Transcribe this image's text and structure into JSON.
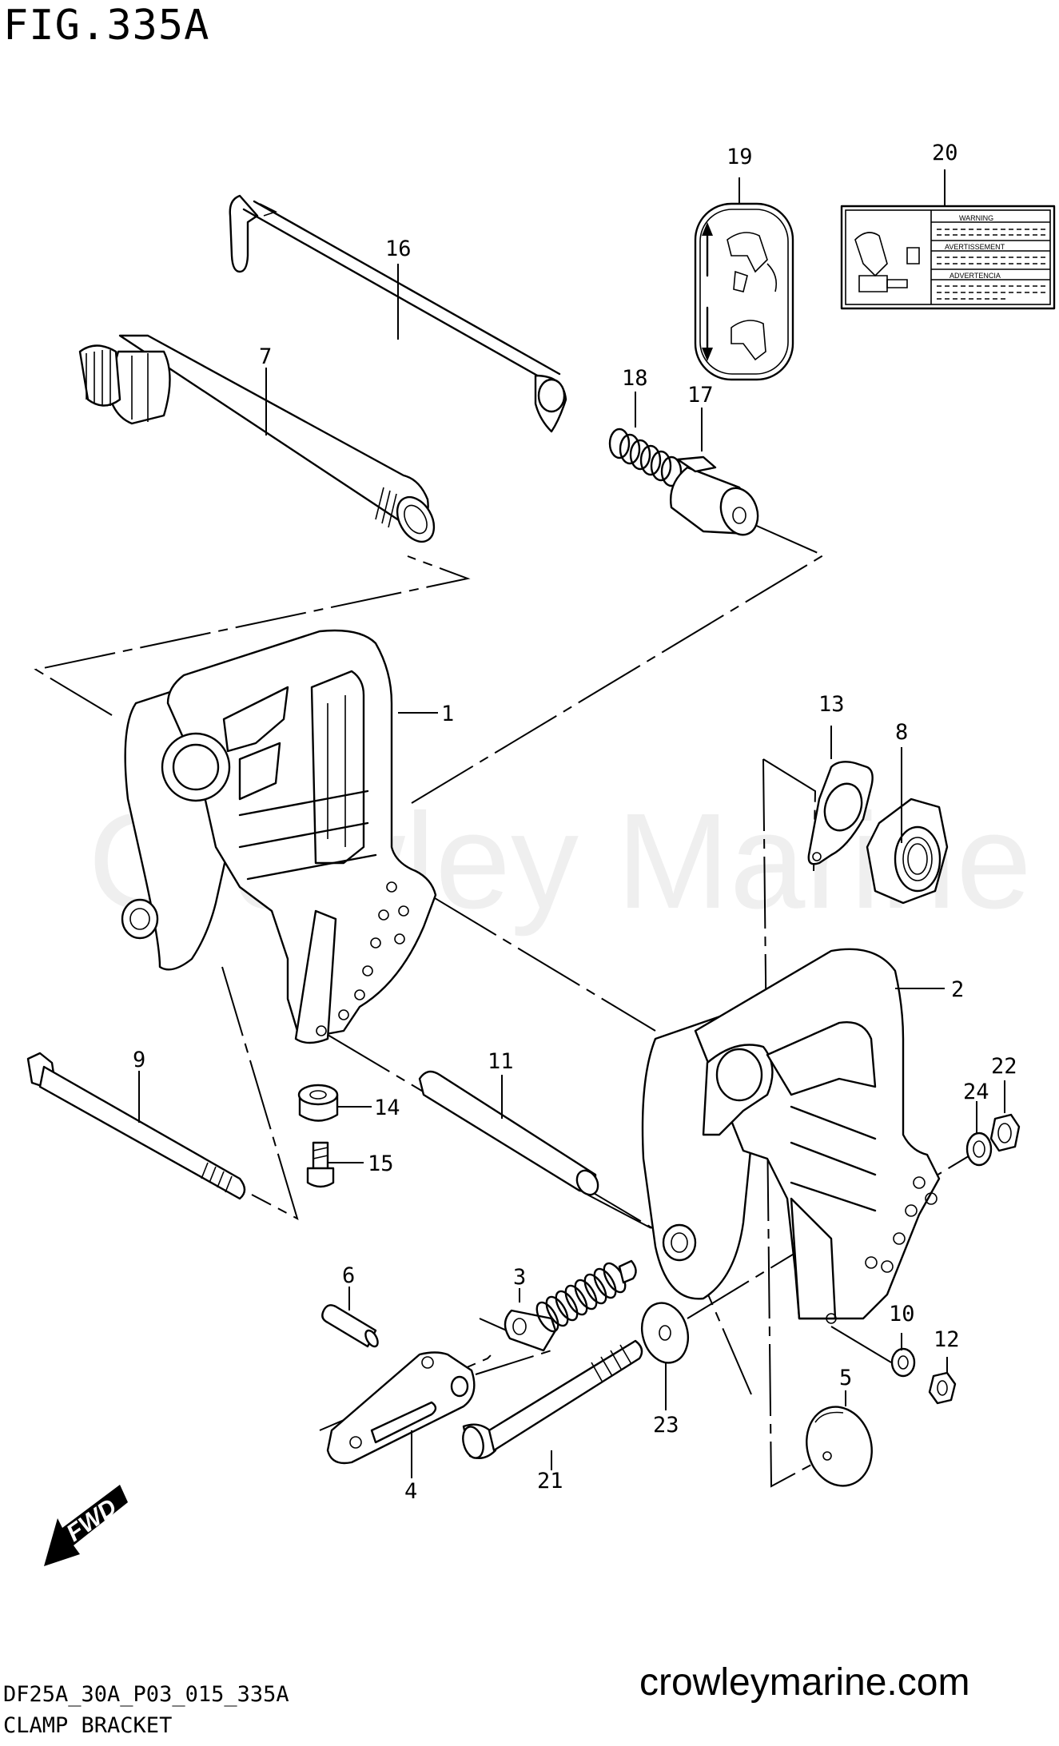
{
  "header": {
    "figure": "FIG.335A"
  },
  "footer": {
    "model_code": "DF25A_30A_P03_015_335A",
    "section": "CLAMP BRACKET"
  },
  "branding": {
    "website": "crowleymarine.com",
    "watermark": "Crowley Marine"
  },
  "direction_arrow": {
    "label": "FWD"
  },
  "label_20": {
    "warning": "WARNING",
    "avertissement": "AVERTISSEMENT",
    "advertencia": "ADVERTENCIA"
  },
  "callouts": {
    "p1": "1",
    "p2": "2",
    "p3": "3",
    "p4": "4",
    "p5": "5",
    "p6": "6",
    "p7": "7",
    "p8": "8",
    "p9": "9",
    "p10": "10",
    "p11": "11",
    "p12": "12",
    "p13": "13",
    "p14": "14",
    "p15": "15",
    "p16": "16",
    "p17": "17",
    "p18": "18",
    "p19": "19",
    "p20": "20",
    "p21": "21",
    "p22": "22",
    "p23": "23",
    "p24": "24"
  }
}
